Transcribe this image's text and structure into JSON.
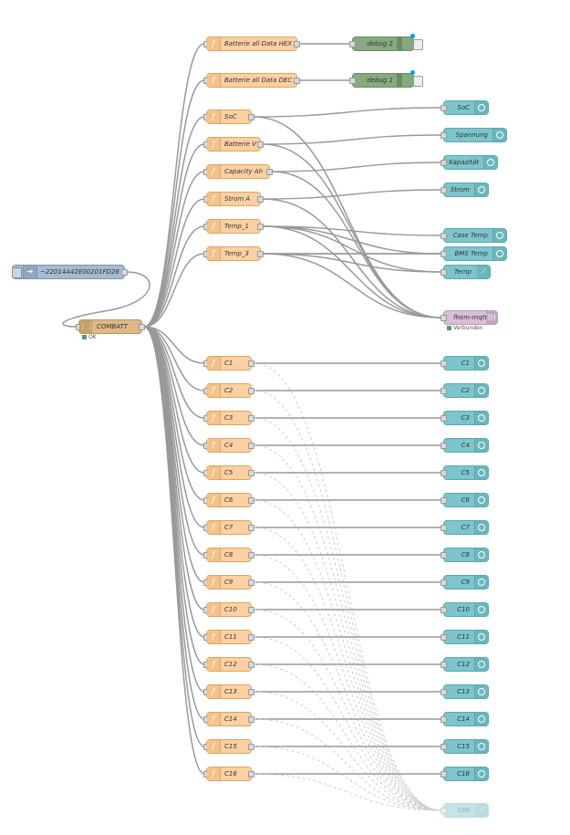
{
  "inject": {
    "label": "~22014A42E00201FD28 ↻"
  },
  "serial": {
    "label": "COMBATT",
    "status": "OK"
  },
  "functions_top": [
    "Batterie all Data HEX",
    "Batterie all Data DEC",
    "SoC",
    "Batterie V",
    "Capacity Ah",
    "Strom A",
    "Temp_1",
    "Temp_3"
  ],
  "debug": [
    "debug 2",
    "debug 1"
  ],
  "gauges_top": [
    "SoC",
    "Spannung",
    "Kapazität",
    "Strom",
    "Case Temp",
    "BMS Temp"
  ],
  "chart_temp": "Temp",
  "mqtt": {
    "label": "fhem-mqtt",
    "status": "Verbunden"
  },
  "cells_fn": [
    "C1",
    "C2",
    "C3",
    "C4",
    "C5",
    "C6",
    "C7",
    "C8",
    "C9",
    "C10",
    "C11",
    "C12",
    "C13",
    "C14",
    "C15",
    "C16"
  ],
  "cells_gauge": [
    "C1",
    "C2",
    "C3",
    "C4",
    "C5",
    "C6",
    "C7",
    "C8",
    "C9",
    "C10",
    "C11",
    "C12",
    "C13",
    "C14",
    "C15",
    "C16"
  ],
  "chart_cell": "Cell",
  "colors": {
    "function": "#fdd0a2",
    "gauge": "#7dc5cc",
    "debug": "#87a980",
    "inject": "#a6bbcf",
    "serial": "#deb887",
    "wire": "#999999"
  }
}
